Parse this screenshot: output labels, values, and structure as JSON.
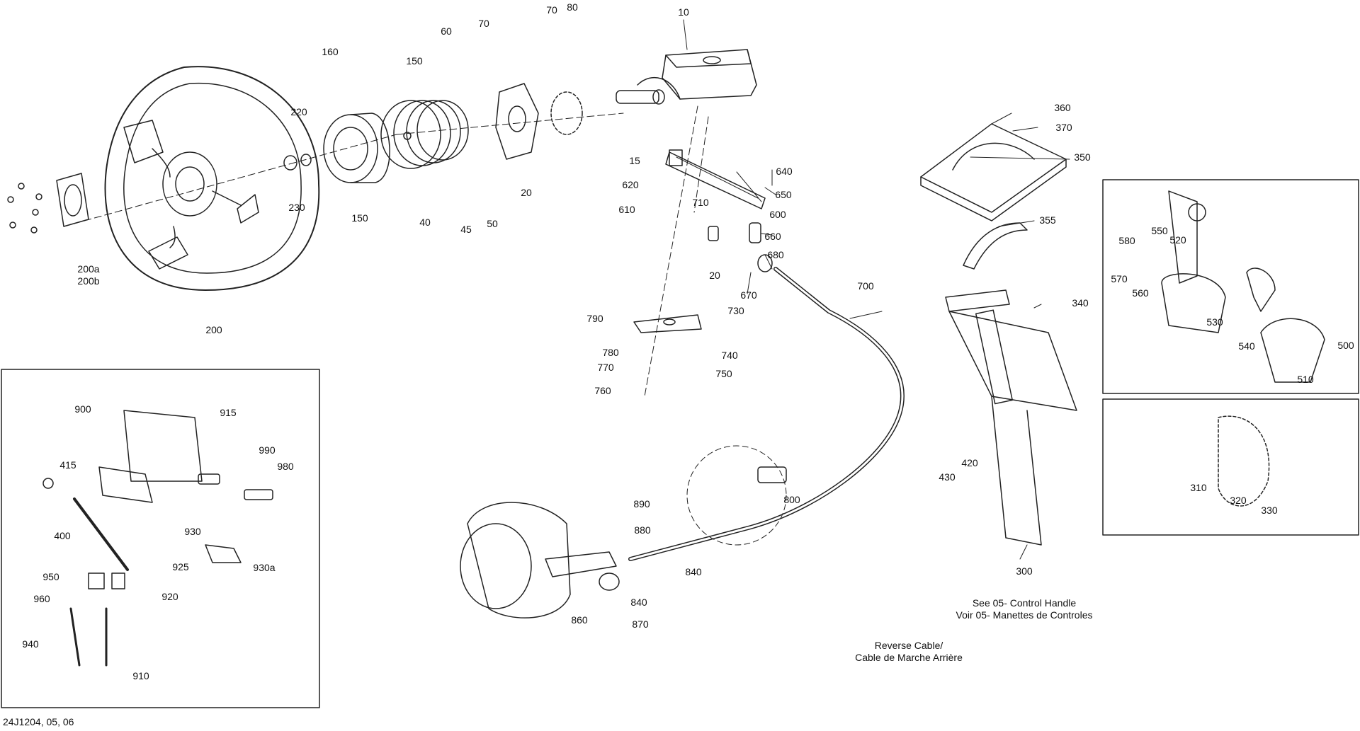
{
  "labels": {
    "l10": "10",
    "l15": "15",
    "l20a": "20",
    "l20b": "20",
    "l40": "40",
    "l45": "45",
    "l50": "50",
    "l60": "60",
    "l70a": "70",
    "l70b": "70",
    "l80": "80",
    "l150a": "150",
    "l150b": "150",
    "l160": "160",
    "l200": "200",
    "l200a": "200a",
    "l200b": "200b",
    "l220": "220",
    "l230": "230",
    "l300": "300",
    "l310": "310",
    "l320": "320",
    "l330": "330",
    "l340": "340",
    "l350": "350",
    "l355": "355",
    "l360": "360",
    "l370": "370",
    "l400": "400",
    "l415": "415",
    "l420": "420",
    "l430": "430",
    "l500": "500",
    "l510": "510",
    "l520": "520",
    "l530": "530",
    "l540": "540",
    "l550": "550",
    "l560": "560",
    "l570": "570",
    "l580": "580",
    "l600": "600",
    "l610": "610",
    "l620": "620",
    "l640": "640",
    "l650": "650",
    "l660": "660",
    "l670": "670",
    "l680": "680",
    "l700": "700",
    "l710": "710",
    "l730": "730",
    "l740": "740",
    "l750": "750",
    "l760": "760",
    "l770": "770",
    "l780": "780",
    "l790": "790",
    "l800": "800",
    "l840a": "840",
    "l840b": "840",
    "l860": "860",
    "l870": "870",
    "l880": "880",
    "l890": "890",
    "l900": "900",
    "l910": "910",
    "l915": "915",
    "l920": "920",
    "l925": "925",
    "l930": "930",
    "l930a": "930a",
    "l940": "940",
    "l950": "950",
    "l960": "960",
    "l980": "980",
    "l990": "990"
  },
  "notes": {
    "control_handle_en": "See 05- Control Handle",
    "control_handle_fr": "Voir 05- Manettes de Controles",
    "reverse_cable_en": "Reverse Cable/",
    "reverse_cable_fr": "Cable de Marche Arrière"
  },
  "drawing_ref": "24J1204, 05, 06",
  "colors": {
    "line": "#222222",
    "background": "#ffffff"
  }
}
